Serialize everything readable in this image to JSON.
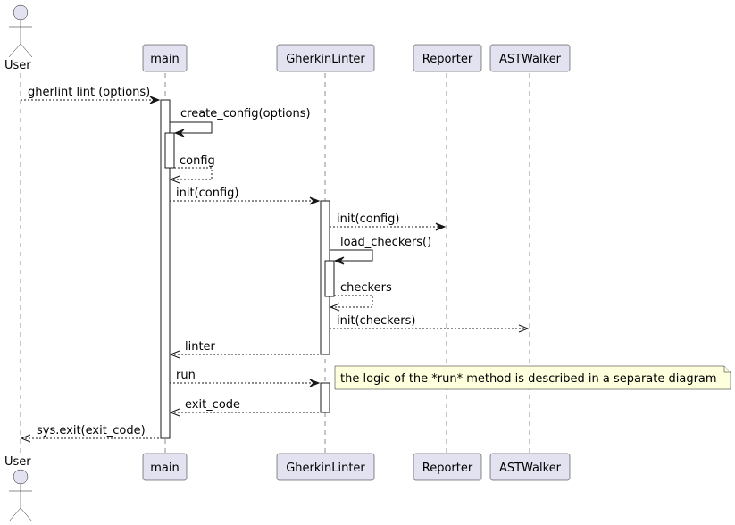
{
  "participants": {
    "user": "User",
    "main": "main",
    "linter": "GherkinLinter",
    "reporter": "Reporter",
    "walker": "ASTWalker"
  },
  "messages": {
    "m1": "gherlint lint (options)",
    "m2": "create_config(options)",
    "m3": "config",
    "m4": "init(config)",
    "m5": "init(config)",
    "m6": "load_checkers()",
    "m7": "checkers",
    "m8": "init(checkers)",
    "m9": "linter",
    "m10": "run",
    "m11": "exit_code",
    "m12": "sys.exit(exit_code)"
  },
  "note": "the logic of the *run* method is described in a separate diagram",
  "colors": {
    "participant_fill": "#E2E2F0",
    "note_fill": "#FEFFDD",
    "line": "#181818"
  }
}
